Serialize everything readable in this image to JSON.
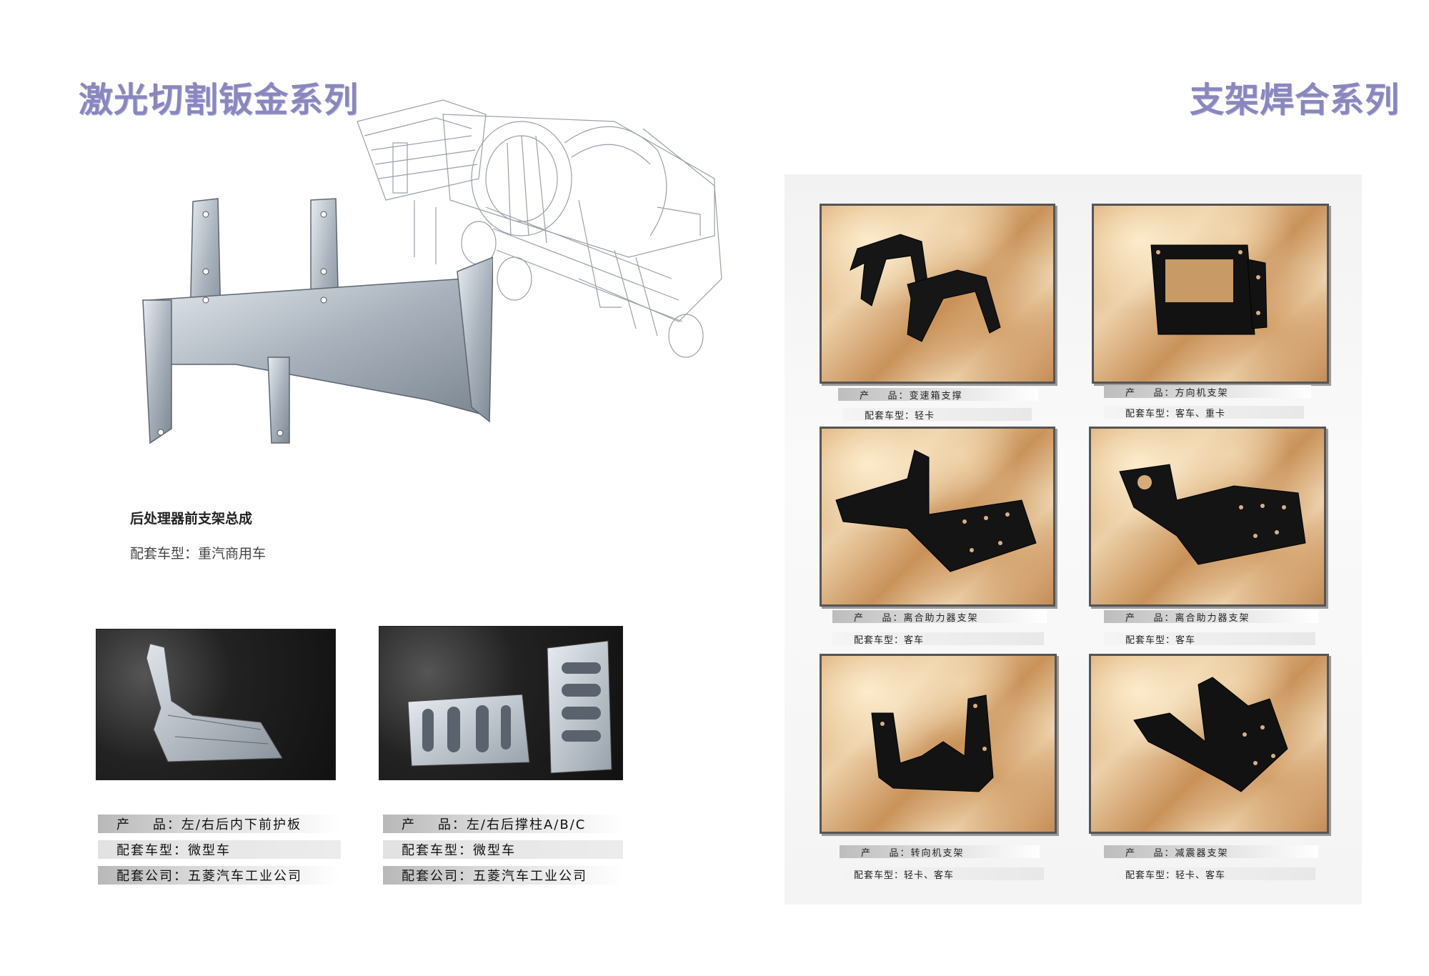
{
  "left_page": {
    "title": "激光切割钣金系列",
    "hero": {
      "name": "后处理器前支架总成",
      "model_label": "配套车型：",
      "model_value": "重汽商用车"
    },
    "products": [
      {
        "product_label": "产    品：",
        "product_value": "左/右后内下前护板",
        "model_label": "配套车型：",
        "model_value": "微型车",
        "company_label": "配套公司：",
        "company_value": "五菱汽车工业公司"
      },
      {
        "product_label": "产    品：",
        "product_value": "左/右后撑柱A/B/C",
        "model_label": "配套车型：",
        "model_value": "微型车",
        "company_label": "配套公司：",
        "company_value": "五菱汽车工业公司"
      }
    ]
  },
  "right_page": {
    "title": "支架焊合系列",
    "products": [
      {
        "product_label": "产    品：",
        "product_value": "变速箱支撑",
        "model_label": "配套车型：",
        "model_value": "轻卡"
      },
      {
        "product_label": "产    品：",
        "product_value": "方向机支架",
        "model_label": "配套车型：",
        "model_value": "客车、重卡"
      },
      {
        "product_label": "产    品：",
        "product_value": "离合助力器支架",
        "model_label": "配套车型：",
        "model_value": "客车"
      },
      {
        "product_label": "产    品：",
        "product_value": "离合助力器支架",
        "model_label": "配套车型：",
        "model_value": "客车"
      },
      {
        "product_label": "产    品：",
        "product_value": "转向机支架",
        "model_label": "配套车型：",
        "model_value": "轻卡、客车"
      },
      {
        "product_label": "产    品：",
        "product_value": "减震器支架",
        "model_label": "配套车型：",
        "model_value": "轻卡、客车"
      }
    ]
  },
  "colors": {
    "title": "#8a87bf",
    "bar_dark": "#b8b8b8",
    "marble": "#d8a66b",
    "part_black": "#111111",
    "part_steel": "#b9c0c8"
  }
}
